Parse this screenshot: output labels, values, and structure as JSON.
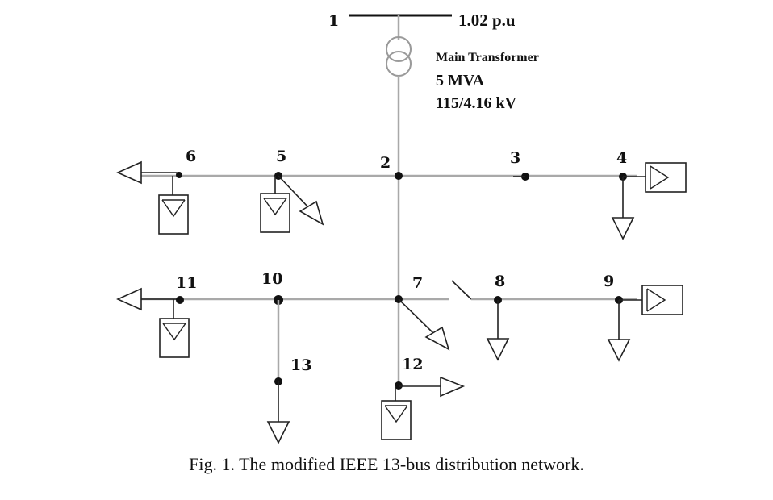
{
  "diagram": {
    "buses": [
      {
        "id": "1",
        "label": "1"
      },
      {
        "id": "2",
        "label": "2"
      },
      {
        "id": "3",
        "label": "3"
      },
      {
        "id": "4",
        "label": "4"
      },
      {
        "id": "5",
        "label": "5"
      },
      {
        "id": "6",
        "label": "6"
      },
      {
        "id": "7",
        "label": "7"
      },
      {
        "id": "8",
        "label": "8"
      },
      {
        "id": "9",
        "label": "9"
      },
      {
        "id": "10",
        "label": "10"
      },
      {
        "id": "11",
        "label": "11"
      },
      {
        "id": "12",
        "label": "12"
      },
      {
        "id": "13",
        "label": "13"
      }
    ],
    "source_voltage": "1.02 p.u",
    "transformer": {
      "name": "Main Transformer",
      "rating": "5 MVA",
      "voltage": "115/4.16 kV"
    },
    "branches": [
      [
        "1",
        "2"
      ],
      [
        "2",
        "3"
      ],
      [
        "3",
        "4"
      ],
      [
        "2",
        "5"
      ],
      [
        "5",
        "6"
      ],
      [
        "2",
        "7"
      ],
      [
        "7",
        "8"
      ],
      [
        "8",
        "9"
      ],
      [
        "7",
        "10"
      ],
      [
        "10",
        "11"
      ],
      [
        "10",
        "13"
      ],
      [
        "7",
        "12"
      ]
    ],
    "switch_between": [
      "7",
      "8"
    ],
    "pv_buses": [
      "4",
      "5",
      "6",
      "9",
      "11",
      "12"
    ],
    "load_buses": [
      "4",
      "5",
      "6",
      "7",
      "8",
      "9",
      "11",
      "12",
      "13"
    ],
    "caption": "Fig. 1. The modified IEEE 13-bus distribution network."
  }
}
